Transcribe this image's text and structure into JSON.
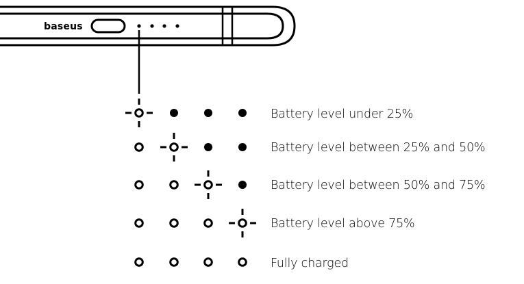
{
  "device": {
    "brand": "baseus"
  },
  "colors": {
    "ink": "#000000",
    "background": "#ffffff"
  },
  "icons": {
    "blinking": "blinking-led-icon",
    "solid": "solid-led-icon",
    "off": "off-led-icon"
  },
  "rows": [
    {
      "label": "Battery level under 25%",
      "leds": [
        "blink",
        "solid",
        "solid",
        "solid"
      ]
    },
    {
      "label": "Battery level between 25% and  50%",
      "leds": [
        "off",
        "blink",
        "solid",
        "solid"
      ]
    },
    {
      "label": "Battery level between 50% and  75%",
      "leds": [
        "off",
        "off",
        "blink",
        "solid"
      ]
    },
    {
      "label": "Battery level above 75%",
      "leds": [
        "off",
        "off",
        "off",
        "blink"
      ]
    },
    {
      "label": "Fully charged",
      "leds": [
        "off",
        "off",
        "off",
        "off"
      ]
    }
  ]
}
